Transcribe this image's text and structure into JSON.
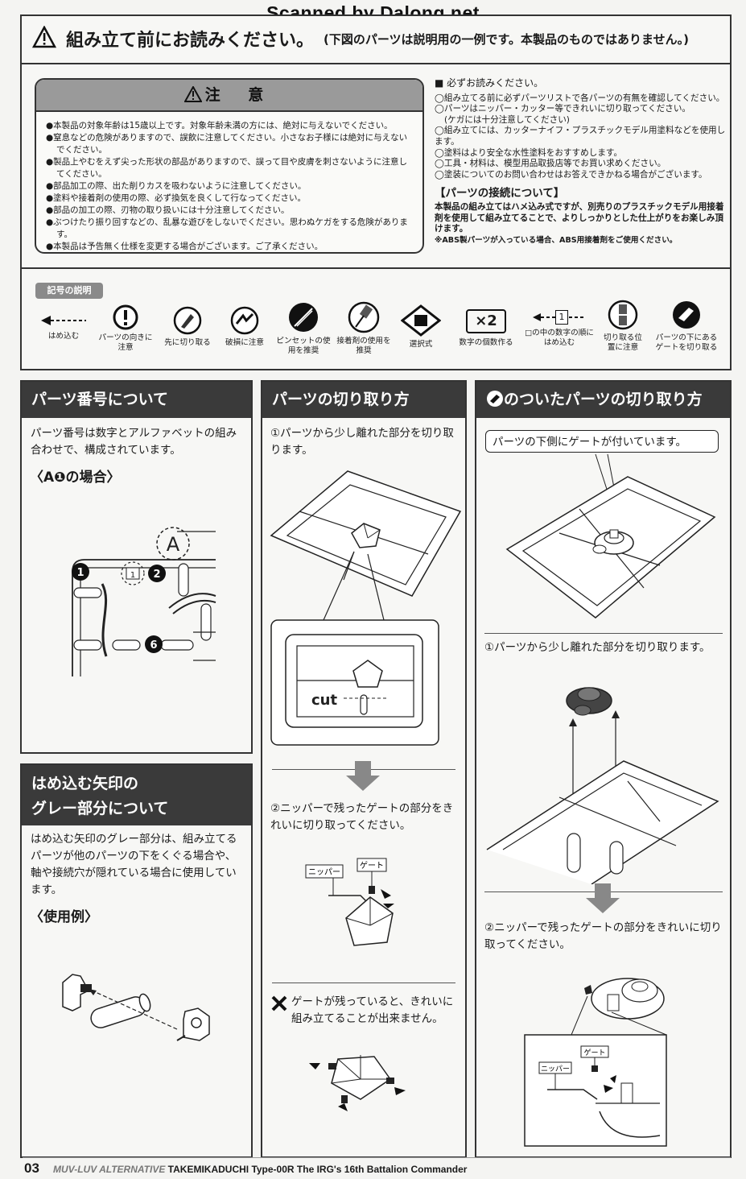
{
  "watermark": "Scanned by Dalong.net",
  "header": {
    "title": "組み立て前にお読みください。",
    "subtitle": "(下図のパーツは説明用の一例です。本製品のものではありません。)"
  },
  "caution": {
    "title": "注 意",
    "items": [
      "●本製品の対象年齢は15歳以上です。対象年齢未満の方には、絶対に与えないでください。",
      "●窒息などの危険がありますので、誤飲に注意してください。小さなお子様には絶対に与えないでください。",
      "●製品上やむをえず尖った形状の部品がありますので、誤って目や皮膚を刺さないように注意してください。",
      "●部品加工の際、出た削りカスを吸わないように注意してください。",
      "●塗料や接着剤の使用の際、必ず換気を良くして行なってください。",
      "●部品の加工の際、刃物の取り扱いには十分注意してください。",
      "●ぶつけたり振り回すなどの、乱暴な遊びをしないでください。思わぬケガをする危険があります。",
      "●本製品は予告無く仕様を変更する場合がございます。ご了承ください。"
    ]
  },
  "notes": {
    "heading": "■ 必ずお読みください。",
    "items": [
      "◯組み立てる前に必ずパーツリストで各パーツの有無を確認してください。",
      "◯パーツはニッパー・カッター等できれいに切り取ってください。",
      "(ケガには十分注意してください)",
      "◯組み立てには、カッターナイフ・プラスチックモデル用塗料などを使用します。",
      "◯塗料はより安全な水性塗料をおすすめします。",
      "◯工具・材料は、模型用品取扱店等でお買い求めください。",
      "◯塗装についてのお問い合わせはお答えできかねる場合がございます。"
    ],
    "connection_title": "【パーツの接続について】",
    "connection_text": "本製品の組み立てはハメ込み式ですが、別売りのプラスチックモデル用接着剤を使用して組み立てることで、よりしっかりとした仕上がりをお楽しみ頂けます。",
    "abs_note": "※ABS製パーツが入っている場合、ABS用接着剤をご使用ください。"
  },
  "symbols": {
    "tag": "記号の説明",
    "items": [
      {
        "label": "はめ込む",
        "icon": "insert-arrow-icon"
      },
      {
        "label": "パーツの向きに注意",
        "icon": "exclamation-icon"
      },
      {
        "label": "先に切り取る",
        "icon": "cut-first-icon"
      },
      {
        "label": "破損に注意",
        "icon": "damage-icon"
      },
      {
        "label": "ピンセットの使用を推奨",
        "icon": "tweezers-icon"
      },
      {
        "label": "接着剤の使用を推奨",
        "icon": "glue-icon"
      },
      {
        "label": "選択式",
        "icon": "choice-icon"
      },
      {
        "label": "数字の個数作る",
        "icon": "count-icon",
        "value": "×2"
      },
      {
        "label": "□の中の数字の順にはめ込む",
        "icon": "order-arrow-icon",
        "value": "1"
      },
      {
        "label": "切り取る位置に注意",
        "icon": "cut-position-icon"
      },
      {
        "label": "パーツの下にあるゲートを切り取る",
        "icon": "under-gate-icon"
      }
    ]
  },
  "panel1": {
    "title": "パーツ番号について",
    "text": "パーツ番号は数字とアルファベットの組み合わせで、構成されています。",
    "sub": "〈A❶の場合〉",
    "labels": {
      "letter": "A",
      "n1": "1",
      "n2": "2",
      "n6": "6",
      "box": "1"
    }
  },
  "panel2": {
    "title": "パーツの切り取り方",
    "step1": "①パーツから少し離れた部分を切り取ります。",
    "cut": "cut",
    "step2": "②ニッパーで残ったゲートの部分をきれいに切り取ってください。",
    "nipper": "ニッパー",
    "gate": "ゲート",
    "warn": "ゲートが残っていると、きれいに組み立てることが出来ません。"
  },
  "panel3": {
    "title": "のついたパーツの切り取り方",
    "callout": "パーツの下側にゲートが付いています。",
    "step1": "①パーツから少し離れた部分を切り取ります。",
    "step2": "②ニッパーで残ったゲートの部分をきれいに切り取ってください。",
    "gate": "ゲート",
    "nipper": "ニッパー"
  },
  "panel4": {
    "title1": "はめ込む矢印の",
    "title2": "グレー部分について",
    "text": "はめ込む矢印のグレー部分は、組み立てるパーツが他のパーツの下をくぐる場合や、軸や接続穴が隠れている場合に使用しています。",
    "sub": "〈使用例〉"
  },
  "footer": {
    "page": "03",
    "brand": "MUV-LUV ALTERNATIVE",
    "product": "TAKEMIKADUCHI Type-00R The IRG's 16th Battalion Commander"
  }
}
